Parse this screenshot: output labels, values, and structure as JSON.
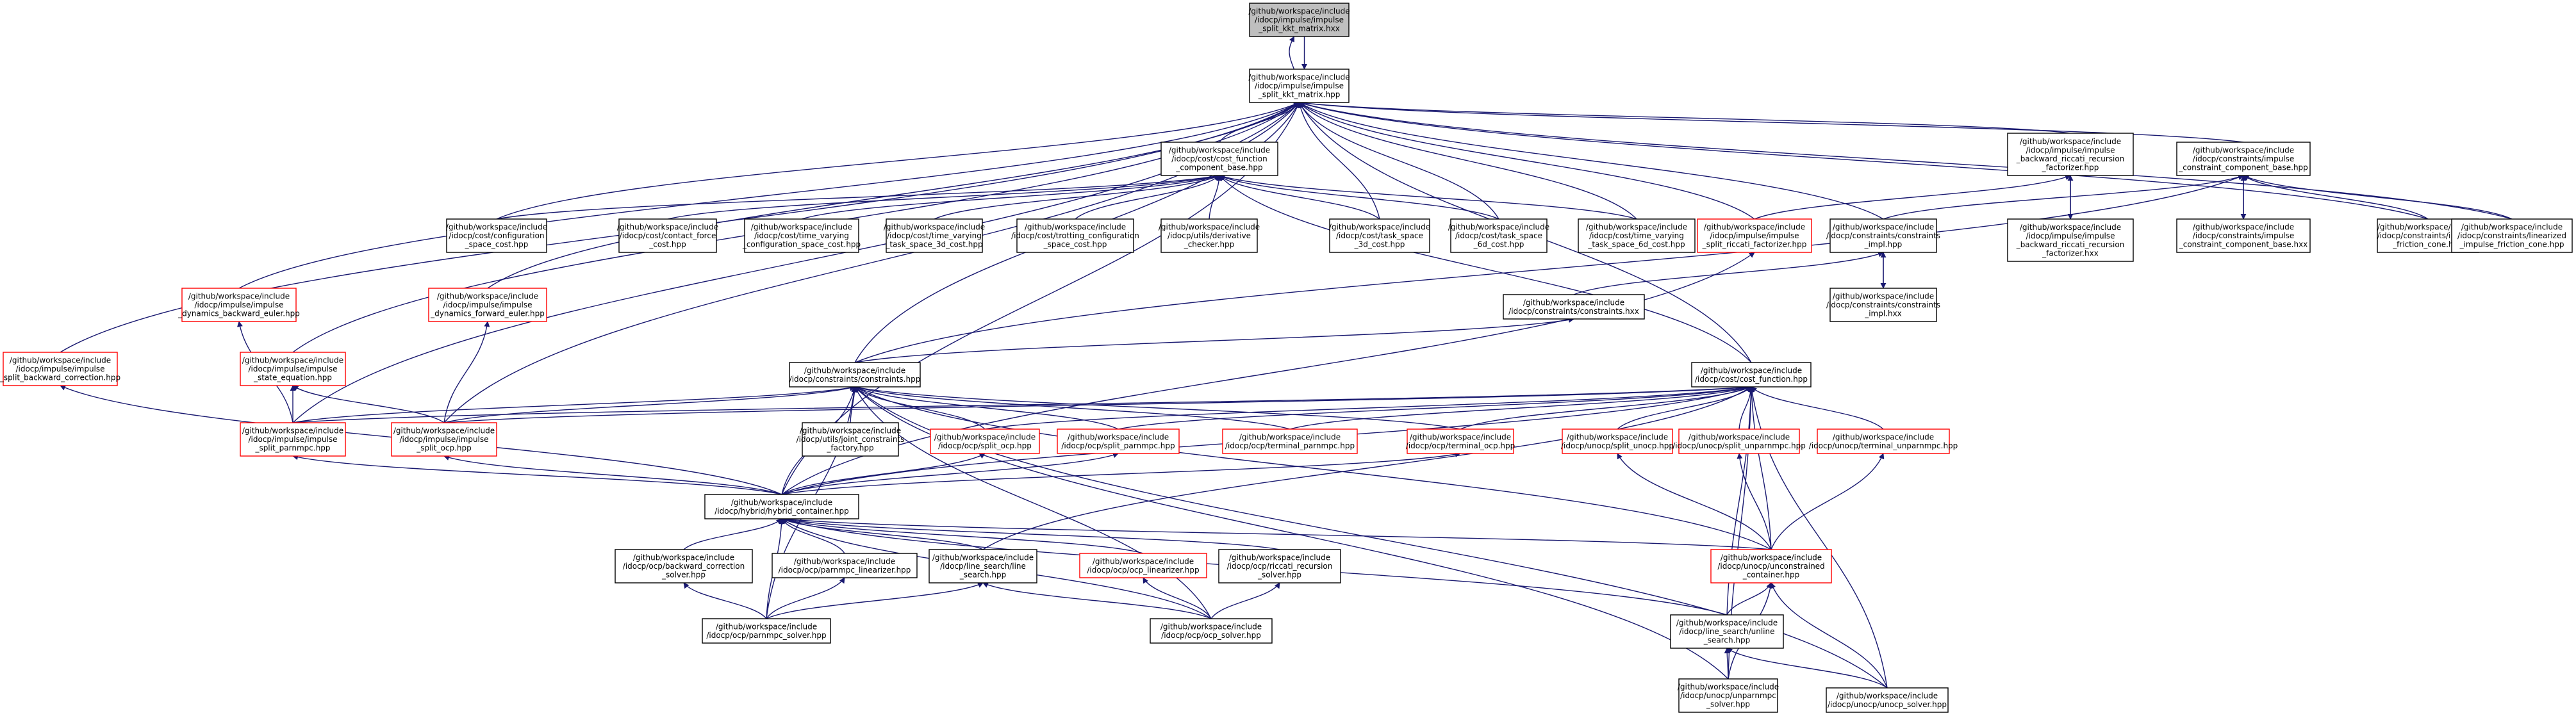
{
  "graph": {
    "colors": {
      "edge": "#191970",
      "box_default": "#000000",
      "box_incomplete": "#ff0000",
      "box_root_fill": "#bfbfbf",
      "box_fill": "#ffffff"
    },
    "nodes": [
      {
        "id": "root",
        "label": [
          "/github/workspace/include",
          "/idocp/impulse/impulse",
          "_split_kkt_matrix.hxx"
        ],
        "style": "root"
      },
      {
        "id": "n_kkt",
        "label": [
          "/github/workspace/include",
          "/idocp/impulse/impulse",
          "_split_kkt_matrix.hpp"
        ],
        "style": "normal"
      },
      {
        "id": "n_ccb",
        "label": [
          "/github/workspace/include",
          "/idocp/cost/cost_function",
          "_component_base.hpp"
        ],
        "style": "normal"
      },
      {
        "id": "n_brf",
        "label": [
          "/github/workspace/include",
          "/idocp/impulse/impulse",
          "_backward_riccati_recursion",
          "_factorizer.hpp"
        ],
        "style": "normal"
      },
      {
        "id": "n_icb",
        "label": [
          "/github/workspace/include",
          "/idocp/constraints/impulse",
          "_constraint_component_base.hpp"
        ],
        "style": "normal"
      },
      {
        "id": "n_cfg",
        "label": [
          "/github/workspace/include",
          "/idocp/cost/configuration",
          "_space_cost.hpp"
        ],
        "style": "normal"
      },
      {
        "id": "n_cfc",
        "label": [
          "/github/workspace/include",
          "/idocp/cost/contact_force",
          "_cost.hpp"
        ],
        "style": "normal"
      },
      {
        "id": "n_tvcfg",
        "label": [
          "/github/workspace/include",
          "/idocp/cost/time_varying",
          "_configuration_space_cost.hpp"
        ],
        "style": "normal"
      },
      {
        "id": "n_tv3d",
        "label": [
          "/github/workspace/include",
          "/idocp/cost/time_varying",
          "_task_space_3d_cost.hpp"
        ],
        "style": "normal"
      },
      {
        "id": "n_trot",
        "label": [
          "/github/workspace/include",
          "/idocp/cost/trotting_configuration",
          "_space_cost.hpp"
        ],
        "style": "normal"
      },
      {
        "id": "n_deriv",
        "label": [
          "/github/workspace/include",
          "/idocp/utils/derivative",
          "_checker.hpp"
        ],
        "style": "normal"
      },
      {
        "id": "n_ts3d",
        "label": [
          "/github/workspace/include",
          "/idocp/cost/task_space",
          "_3d_cost.hpp"
        ],
        "style": "normal"
      },
      {
        "id": "n_ts6d",
        "label": [
          "/github/workspace/include",
          "/idocp/cost/task_space",
          "_6d_cost.hpp"
        ],
        "style": "normal"
      },
      {
        "id": "n_tv6d",
        "label": [
          "/github/workspace/include",
          "/idocp/cost/time_varying",
          "_task_space_6d_cost.hpp"
        ],
        "style": "normal"
      },
      {
        "id": "n_isrf",
        "label": [
          "/github/workspace/include",
          "/idocp/impulse/impulse",
          "_split_riccati_factorizer.hpp"
        ],
        "style": "incomplete"
      },
      {
        "id": "n_cimpl",
        "label": [
          "/github/workspace/include",
          "/idocp/constraints/constraints",
          "_impl.hpp"
        ],
        "style": "normal"
      },
      {
        "id": "n_brfhxx",
        "label": [
          "/github/workspace/include",
          "/idocp/impulse/impulse",
          "_backward_riccati_recursion",
          "_factorizer.hxx"
        ],
        "style": "normal"
      },
      {
        "id": "n_icbhxx",
        "label": [
          "/github/workspace/include",
          "/idocp/constraints/impulse",
          "_constraint_component_base.hxx"
        ],
        "style": "normal"
      },
      {
        "id": "n_ifric",
        "label": [
          "/github/workspace/include",
          "/idocp/constraints/impulse",
          "_friction_cone.hpp"
        ],
        "style": "normal"
      },
      {
        "id": "n_lin",
        "label": [
          "/github/workspace/include",
          "/idocp/constraints/linearized",
          "_impulse_friction_cone.hpp"
        ],
        "style": "normal"
      },
      {
        "id": "n_dbe",
        "label": [
          "/github/workspace/include",
          "/idocp/impulse/impulse",
          "_dynamics_backward_euler.hpp"
        ],
        "style": "incomplete"
      },
      {
        "id": "n_dfe",
        "label": [
          "/github/workspace/include",
          "/idocp/impulse/impulse",
          "_dynamics_forward_euler.hpp"
        ],
        "style": "incomplete"
      },
      {
        "id": "n_chxx",
        "label": [
          "/github/workspace/include",
          "/idocp/constraints/constraints.hxx"
        ],
        "style": "normal"
      },
      {
        "id": "n_cimplhxx",
        "label": [
          "/github/workspace/include",
          "/idocp/constraints/constraints",
          "_impl.hxx"
        ],
        "style": "normal"
      },
      {
        "id": "n_sbc",
        "label": [
          "/github/workspace/include",
          "/idocp/impulse/impulse",
          "_split_backward_correction.hpp"
        ],
        "style": "incomplete"
      },
      {
        "id": "n_seq",
        "label": [
          "/github/workspace/include",
          "/idocp/impulse/impulse",
          "_state_equation.hpp"
        ],
        "style": "incomplete"
      },
      {
        "id": "n_cons",
        "label": [
          "/github/workspace/include",
          "/idocp/constraints/constraints.hpp"
        ],
        "style": "normal"
      },
      {
        "id": "n_costf",
        "label": [
          "/github/workspace/include",
          "/idocp/cost/cost_function.hpp"
        ],
        "style": "normal"
      },
      {
        "id": "n_isp",
        "label": [
          "/github/workspace/include",
          "/idocp/impulse/impulse",
          "_split_parnmpc.hpp"
        ],
        "style": "incomplete"
      },
      {
        "id": "n_iso",
        "label": [
          "/github/workspace/include",
          "/idocp/impulse/impulse",
          "_split_ocp.hpp"
        ],
        "style": "incomplete"
      },
      {
        "id": "n_jcf",
        "label": [
          "/github/workspace/include",
          "/idocp/utils/joint_constraints",
          "_factory.hpp"
        ],
        "style": "normal"
      },
      {
        "id": "n_socp",
        "label": [
          "/github/workspace/include",
          "/idocp/ocp/split_ocp.hpp"
        ],
        "style": "incomplete"
      },
      {
        "id": "n_spar",
        "label": [
          "/github/workspace/include",
          "/idocp/ocp/split_parnmpc.hpp"
        ],
        "style": "incomplete"
      },
      {
        "id": "n_tpar",
        "label": [
          "/github/workspace/include",
          "/idocp/ocp/terminal_parnmpc.hpp"
        ],
        "style": "incomplete"
      },
      {
        "id": "n_tocp",
        "label": [
          "/github/workspace/include",
          "/idocp/ocp/terminal_ocp.hpp"
        ],
        "style": "incomplete"
      },
      {
        "id": "n_suocp",
        "label": [
          "/github/workspace/include",
          "/idocp/unocp/split_unocp.hpp"
        ],
        "style": "incomplete"
      },
      {
        "id": "n_sunp",
        "label": [
          "/github/workspace/include",
          "/idocp/unocp/split_unparnmpc.hpp"
        ],
        "style": "incomplete"
      },
      {
        "id": "n_tunp",
        "label": [
          "/github/workspace/include",
          "/idocp/unocp/terminal_unparnmpc.hpp"
        ],
        "style": "incomplete"
      },
      {
        "id": "n_hyb",
        "label": [
          "/github/workspace/include",
          "/idocp/hybrid/hybrid_container.hpp"
        ],
        "style": "normal"
      },
      {
        "id": "n_bcs",
        "label": [
          "/github/workspace/include",
          "/idocp/ocp/backward_correction",
          "_solver.hpp"
        ],
        "style": "normal"
      },
      {
        "id": "n_pml",
        "label": [
          "/github/workspace/include",
          "/idocp/ocp/parnmpc_linearizer.hpp"
        ],
        "style": "normal"
      },
      {
        "id": "n_lsh",
        "label": [
          "/github/workspace/include",
          "/idocp/line_search/line",
          "_search.hpp"
        ],
        "style": "normal"
      },
      {
        "id": "n_ocpl",
        "label": [
          "/github/workspace/include",
          "/idocp/ocp/ocp_linearizer.hpp"
        ],
        "style": "incomplete"
      },
      {
        "id": "n_rrs",
        "label": [
          "/github/workspace/include",
          "/idocp/ocp/riccati_recursion",
          "_solver.hpp"
        ],
        "style": "normal"
      },
      {
        "id": "n_uc",
        "label": [
          "/github/workspace/include",
          "/idocp/unocp/unconstrained",
          "_container.hpp"
        ],
        "style": "incomplete"
      },
      {
        "id": "n_pms",
        "label": [
          "/github/workspace/include",
          "/idocp/ocp/parnmpc_solver.hpp"
        ],
        "style": "normal"
      },
      {
        "id": "n_ocps",
        "label": [
          "/github/workspace/include",
          "/idocp/ocp/ocp_solver.hpp"
        ],
        "style": "normal"
      },
      {
        "id": "n_unls",
        "label": [
          "/github/workspace/include",
          "/idocp/line_search/unline",
          "_search.hpp"
        ],
        "style": "normal"
      },
      {
        "id": "n_unpms",
        "label": [
          "/github/workspace/include",
          "/idocp/unocp/unparnmpc",
          "_solver.hpp"
        ],
        "style": "normal"
      },
      {
        "id": "n_unocps",
        "label": [
          "/github/workspace/include",
          "/idocp/unocp/unocp_solver.hpp"
        ],
        "style": "normal"
      }
    ]
  }
}
